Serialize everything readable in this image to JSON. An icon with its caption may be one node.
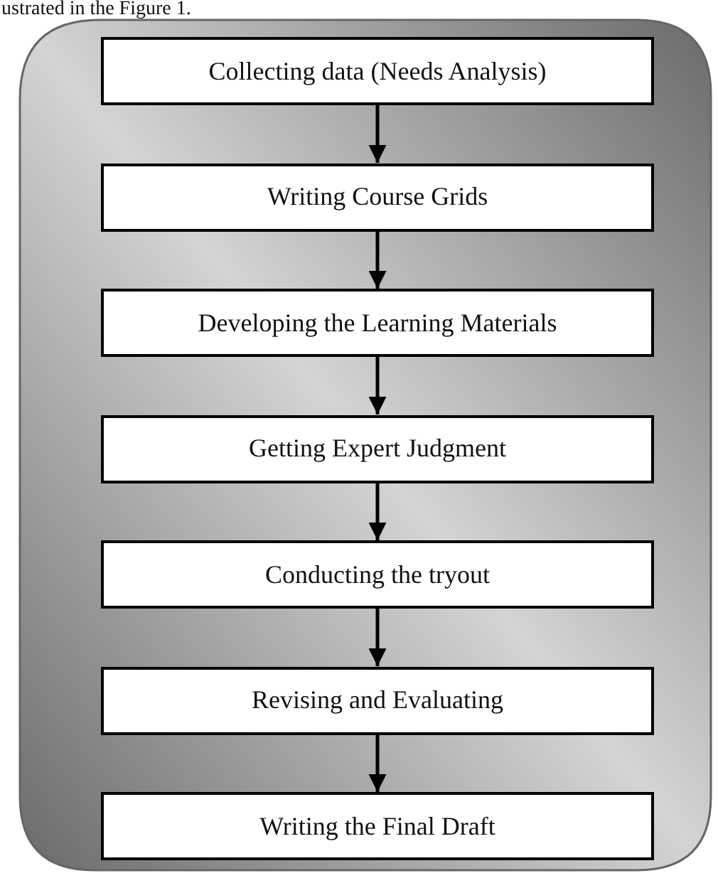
{
  "diagram": {
    "nodes": [
      {
        "text": [
          "Collecting data (Needs Analysis)"
        ]
      },
      {
        "text": [
          "Writing Course Grids"
        ]
      },
      {
        "text": [
          "Developing the Learning Materials"
        ]
      },
      {
        "text": [
          "Getting Expert Judgment"
        ]
      },
      {
        "text": [
          "Conducting the tryout"
        ]
      },
      {
        "text": [
          "Revising and Evaluating"
        ]
      },
      {
        "text": [
          "Writing the Final Draft"
        ]
      }
    ],
    "edges": [
      {
        "from": 0,
        "to": 1,
        "arrow": "to"
      },
      {
        "from": 1,
        "to": 2,
        "arrow": "to"
      },
      {
        "from": 2,
        "to": 3,
        "arrow": "to"
      },
      {
        "from": 3,
        "to": 4,
        "arrow": "to"
      },
      {
        "from": 4,
        "to": 5,
        "arrow": "to"
      },
      {
        "from": 5,
        "to": 6,
        "arrow": "to"
      }
    ],
    "labels": [
      "ustrated in the Figure 1."
    ]
  }
}
